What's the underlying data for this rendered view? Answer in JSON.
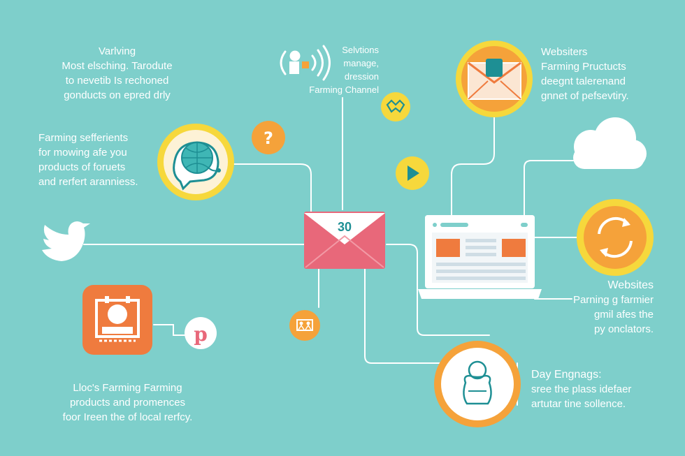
{
  "colors": {
    "background": "#7ecfcb",
    "yellow": "#f6d83c",
    "orange": "#f5a23a",
    "dark_orange": "#ef7b3e",
    "pink": "#e8687a",
    "teal_dark": "#1e8f94",
    "white": "#ffffff"
  },
  "center_node": {
    "number": "30",
    "icon": "envelope-icon"
  },
  "blocks": {
    "top_left": {
      "lines": [
        "Varlving",
        "Most elsching. Tarodute",
        "to nevetib Is rechoned",
        "gonducts on epred drly"
      ]
    },
    "top_center": {
      "lines": [
        "Selvtions",
        "manage,",
        "dression",
        "Farming Channel"
      ]
    },
    "top_right": {
      "lines": [
        "Websiters",
        "Farming Pructucts",
        "deegnt talerenand",
        "gnnet of pefsevtiry."
      ]
    },
    "mid_left": {
      "lines": [
        "Farming sefferients",
        "for mowing afe you",
        "products of foruets",
        "and rerfert aranniess."
      ]
    },
    "right_mid": {
      "lines": [
        "Websites",
        "Parning g farmier",
        "gmil afes the",
        "py onclators."
      ]
    },
    "bottom_left": {
      "lines": [
        "Lloc's Farming Farming",
        "products and promences",
        "foor Ireen the of local rerfcy."
      ]
    },
    "bottom_right": {
      "lines": [
        "Day Engnags:",
        "sree the plass idefaer",
        "artutar tine sollence."
      ]
    }
  },
  "icons": {
    "broadcast": "broadcast-icon",
    "email_circle": "email-icon",
    "chat_globe": "chat-globe-icon",
    "question": "question-icon",
    "handshake": "handshake-icon",
    "play": "play-icon",
    "cloud": "cloud-icon",
    "laptop": "laptop-icon",
    "refresh": "refresh-icon",
    "twitter": "twitter-bird-icon",
    "store": "store-icon",
    "pinterest": "pinterest-icon",
    "people": "people-icon",
    "person": "person-icon"
  }
}
